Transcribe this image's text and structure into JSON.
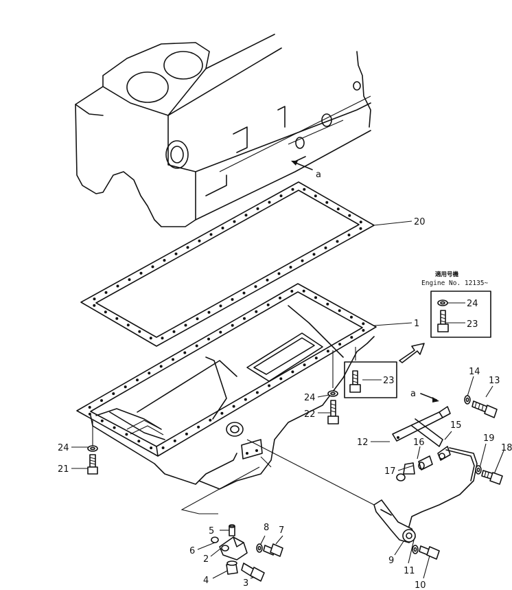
{
  "callouts": {
    "c1": "1",
    "c2": "2",
    "c3": "3",
    "c4": "4",
    "c5": "5",
    "c6": "6",
    "c7": "7",
    "c8": "8",
    "c9": "9",
    "c10": "10",
    "c11": "11",
    "c12": "12",
    "c13": "13",
    "c14": "14",
    "c15": "15",
    "c16": "16",
    "c17": "17",
    "c18": "18",
    "c19": "19",
    "c20": "20",
    "c21": "21",
    "c22": "22",
    "c23a": "23",
    "c23b": "23",
    "c24a": "24",
    "c24b": "24",
    "c24c": "24",
    "ref_a1": "a",
    "ref_a2": "a"
  },
  "note": {
    "jp": "適用号機",
    "engine": "Engine No. 12135~"
  }
}
